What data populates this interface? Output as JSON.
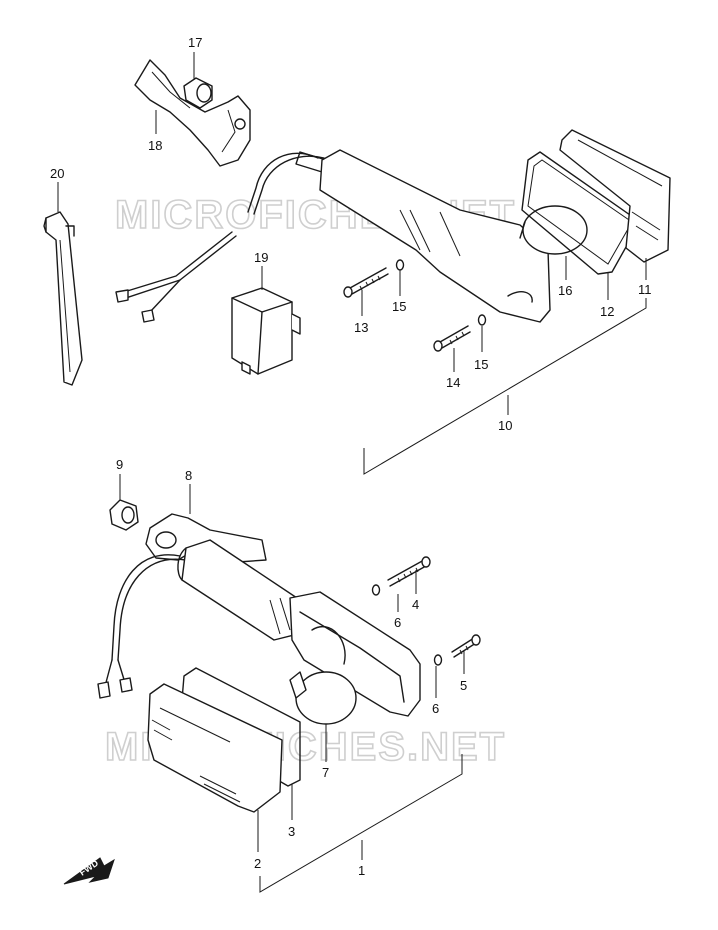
{
  "watermark_top": "MICROFICHES.NET",
  "watermark_bottom": "MICROFICHES.NET",
  "direction_label": "FWD",
  "parts": {
    "p1": "1",
    "p2": "2",
    "p3": "3",
    "p4": "4",
    "p5": "5",
    "p6a": "6",
    "p6b": "6",
    "p7": "7",
    "p8": "8",
    "p9": "9",
    "p10": "10",
    "p11": "11",
    "p12": "12",
    "p13": "13",
    "p14": "14",
    "p15a": "15",
    "p15b": "15",
    "p16": "16",
    "p17": "17",
    "p18": "18",
    "p19": "19",
    "p20": "20"
  }
}
